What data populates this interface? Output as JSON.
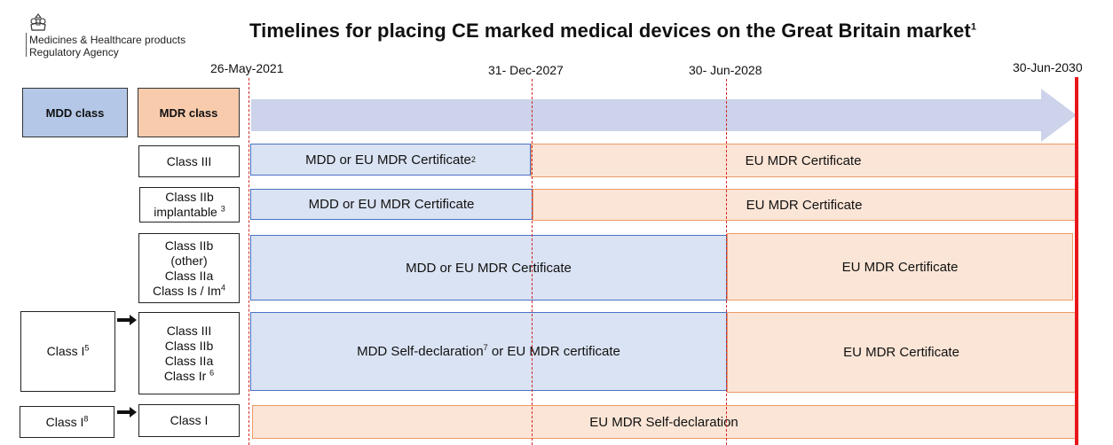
{
  "logo": {
    "line1": "Medicines & Healthcare products",
    "line2": "Regulatory Agency"
  },
  "title": {
    "text": "Timelines for placing CE marked medical devices on the Great Britain market",
    "sup": "1"
  },
  "dates": {
    "d1": "26-May-2021",
    "d2": "31- Dec-2027",
    "d3": "30- Jun-2028",
    "d4": "30-Jun-2030"
  },
  "headers": {
    "mdd": "MDD class",
    "mdr": "MDR class"
  },
  "rows": [
    {
      "classes": [
        "Class III"
      ],
      "blue": {
        "text": "MDD or EU MDR Certificate ",
        "sup": "2"
      },
      "peach": {
        "text": "EU MDR Certificate"
      }
    },
    {
      "classes": [
        "Class IIb",
        "implantable "
      ],
      "classes_sup": "3",
      "blue": {
        "text": "MDD or EU MDR Certificate"
      },
      "peach": {
        "text": "EU MDR Certificate"
      }
    },
    {
      "classes": [
        "Class IIb",
        "(other)",
        "Class IIa",
        "Class Is / Im"
      ],
      "classes_sup": "4",
      "blue": {
        "text": "MDD or EU MDR Certificate"
      },
      "peach": {
        "text": "EU MDR Certificate"
      }
    },
    {
      "mdd": {
        "text": "Class I",
        "sup": "5"
      },
      "classes": [
        "Class III",
        "Class IIb",
        "Class IIa",
        "Class Ir "
      ],
      "classes_sup": "6",
      "blue": {
        "text": "MDD Self-declaration",
        "sup": "7",
        "text2": " or EU MDR certificate"
      },
      "peach": {
        "text": "EU MDR Certificate"
      }
    },
    {
      "mdd": {
        "text": "Class I",
        "sup": "8"
      },
      "classes": [
        "Class I"
      ],
      "peach": {
        "text": "EU MDR Self-declaration"
      }
    }
  ],
  "colors": {
    "blue_fill": "#dae3f3",
    "blue_border": "#4a72c4",
    "peach_fill": "#fbe5d6",
    "peach_border": "#ed9a67",
    "arrow": "#ccd3ea",
    "deadline": "#e8161b"
  }
}
